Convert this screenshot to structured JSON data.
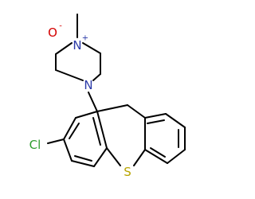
{
  "atoms": {
    "oxygen": {
      "symbol": "O",
      "charge": "-"
    },
    "nitrogen_top": {
      "symbol": "N",
      "charge": "+"
    },
    "nitrogen_bottom": {
      "symbol": "N"
    },
    "chlorine": {
      "symbol": "Cl"
    },
    "sulfur": {
      "symbol": "S"
    }
  },
  "colors": {
    "bond": "#000000",
    "nitrogen": "#2b3aa8",
    "oxygen": "#d40000",
    "chlorine": "#2f9e2f",
    "sulfur": "#b8a400"
  }
}
